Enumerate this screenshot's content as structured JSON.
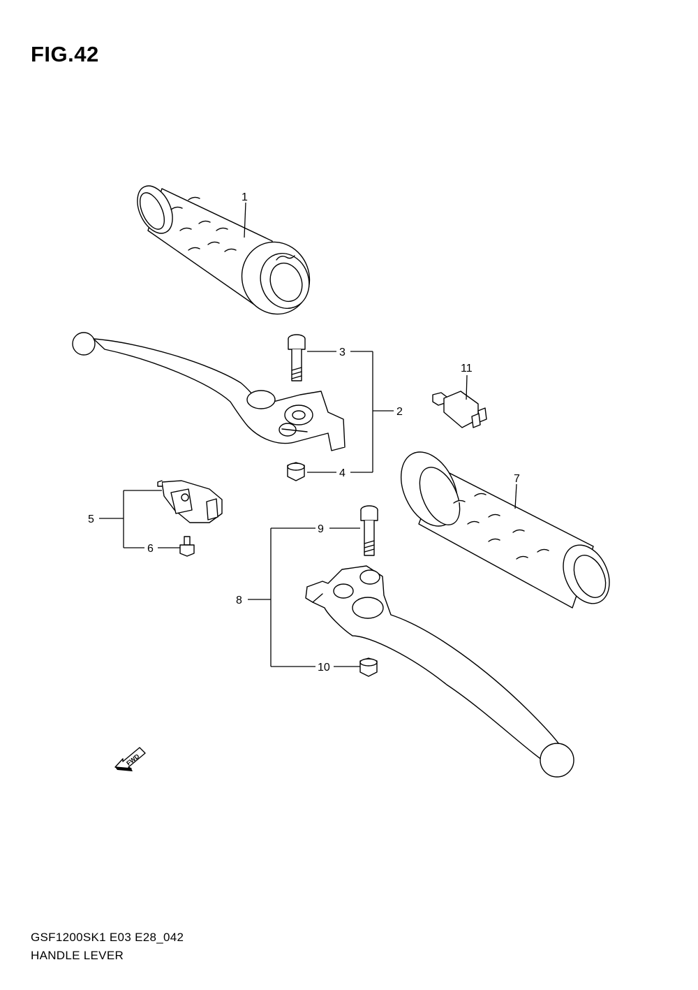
{
  "figure": {
    "title": "FIG.42"
  },
  "footer": {
    "model_code": "GSF1200SK1 E03 E28_042",
    "section_name": "HANDLE LEVER"
  },
  "callouts": {
    "c1": "1",
    "c2": "2",
    "c3": "3",
    "c4": "4",
    "c5": "5",
    "c6": "6",
    "c7": "7",
    "c8": "8",
    "c9": "9",
    "c10": "10",
    "c11": "11"
  },
  "direction_arrow": {
    "label": "FWD"
  }
}
